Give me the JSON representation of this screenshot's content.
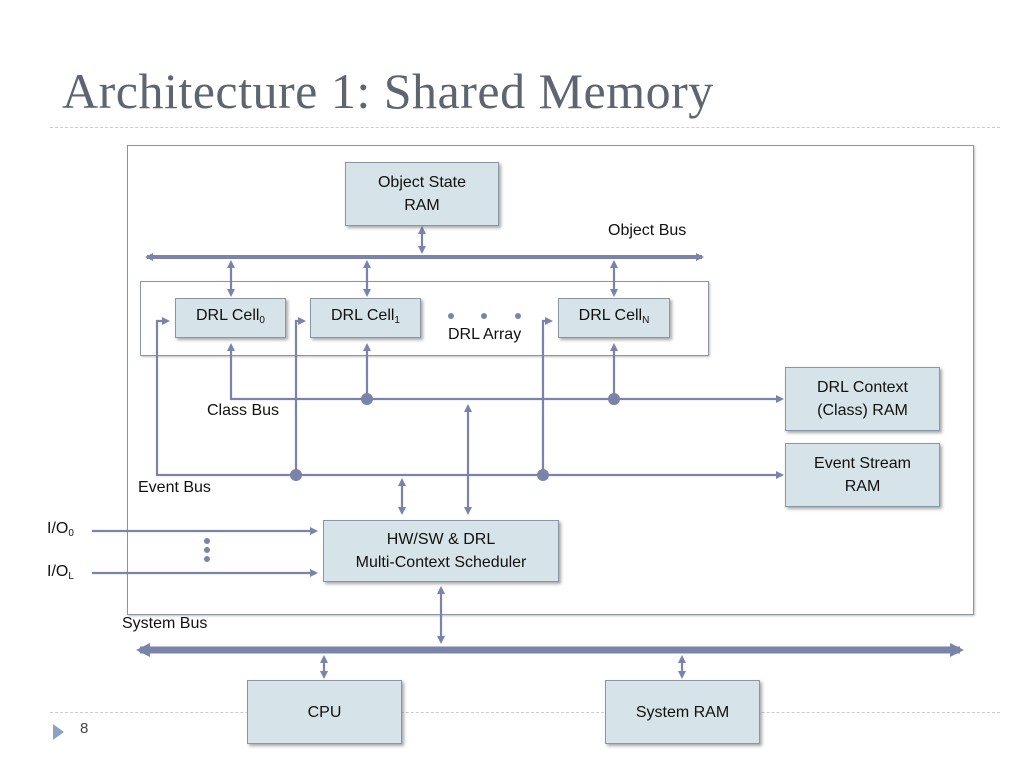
{
  "title": "Architecture 1: Shared Memory",
  "page_number": "8",
  "colors": {
    "box_fill": "#d6e3e8",
    "line": "#7a84ab",
    "title": "#5e6470"
  },
  "boxes": {
    "object_state_ram": [
      "Object State",
      "RAM"
    ],
    "drl_cell": "DRL Cell",
    "drl_cell_0_sub": "0",
    "drl_cell_1_sub": "1",
    "drl_cell_n_sub": "N",
    "drl_context_ram": [
      "DRL Context",
      "(Class) RAM"
    ],
    "event_stream_ram": [
      "Event Stream",
      "RAM"
    ],
    "scheduler": [
      "HW/SW & DRL",
      "Multi-Context Scheduler"
    ],
    "cpu": "CPU",
    "system_ram": "System RAM"
  },
  "labels": {
    "object_bus": "Object Bus",
    "drl_array": "DRL Array",
    "class_bus": "Class Bus",
    "event_bus": "Event Bus",
    "system_bus": "System Bus",
    "io_prefix": "I/O",
    "io_0_sub": "0",
    "io_l_sub": "L"
  }
}
